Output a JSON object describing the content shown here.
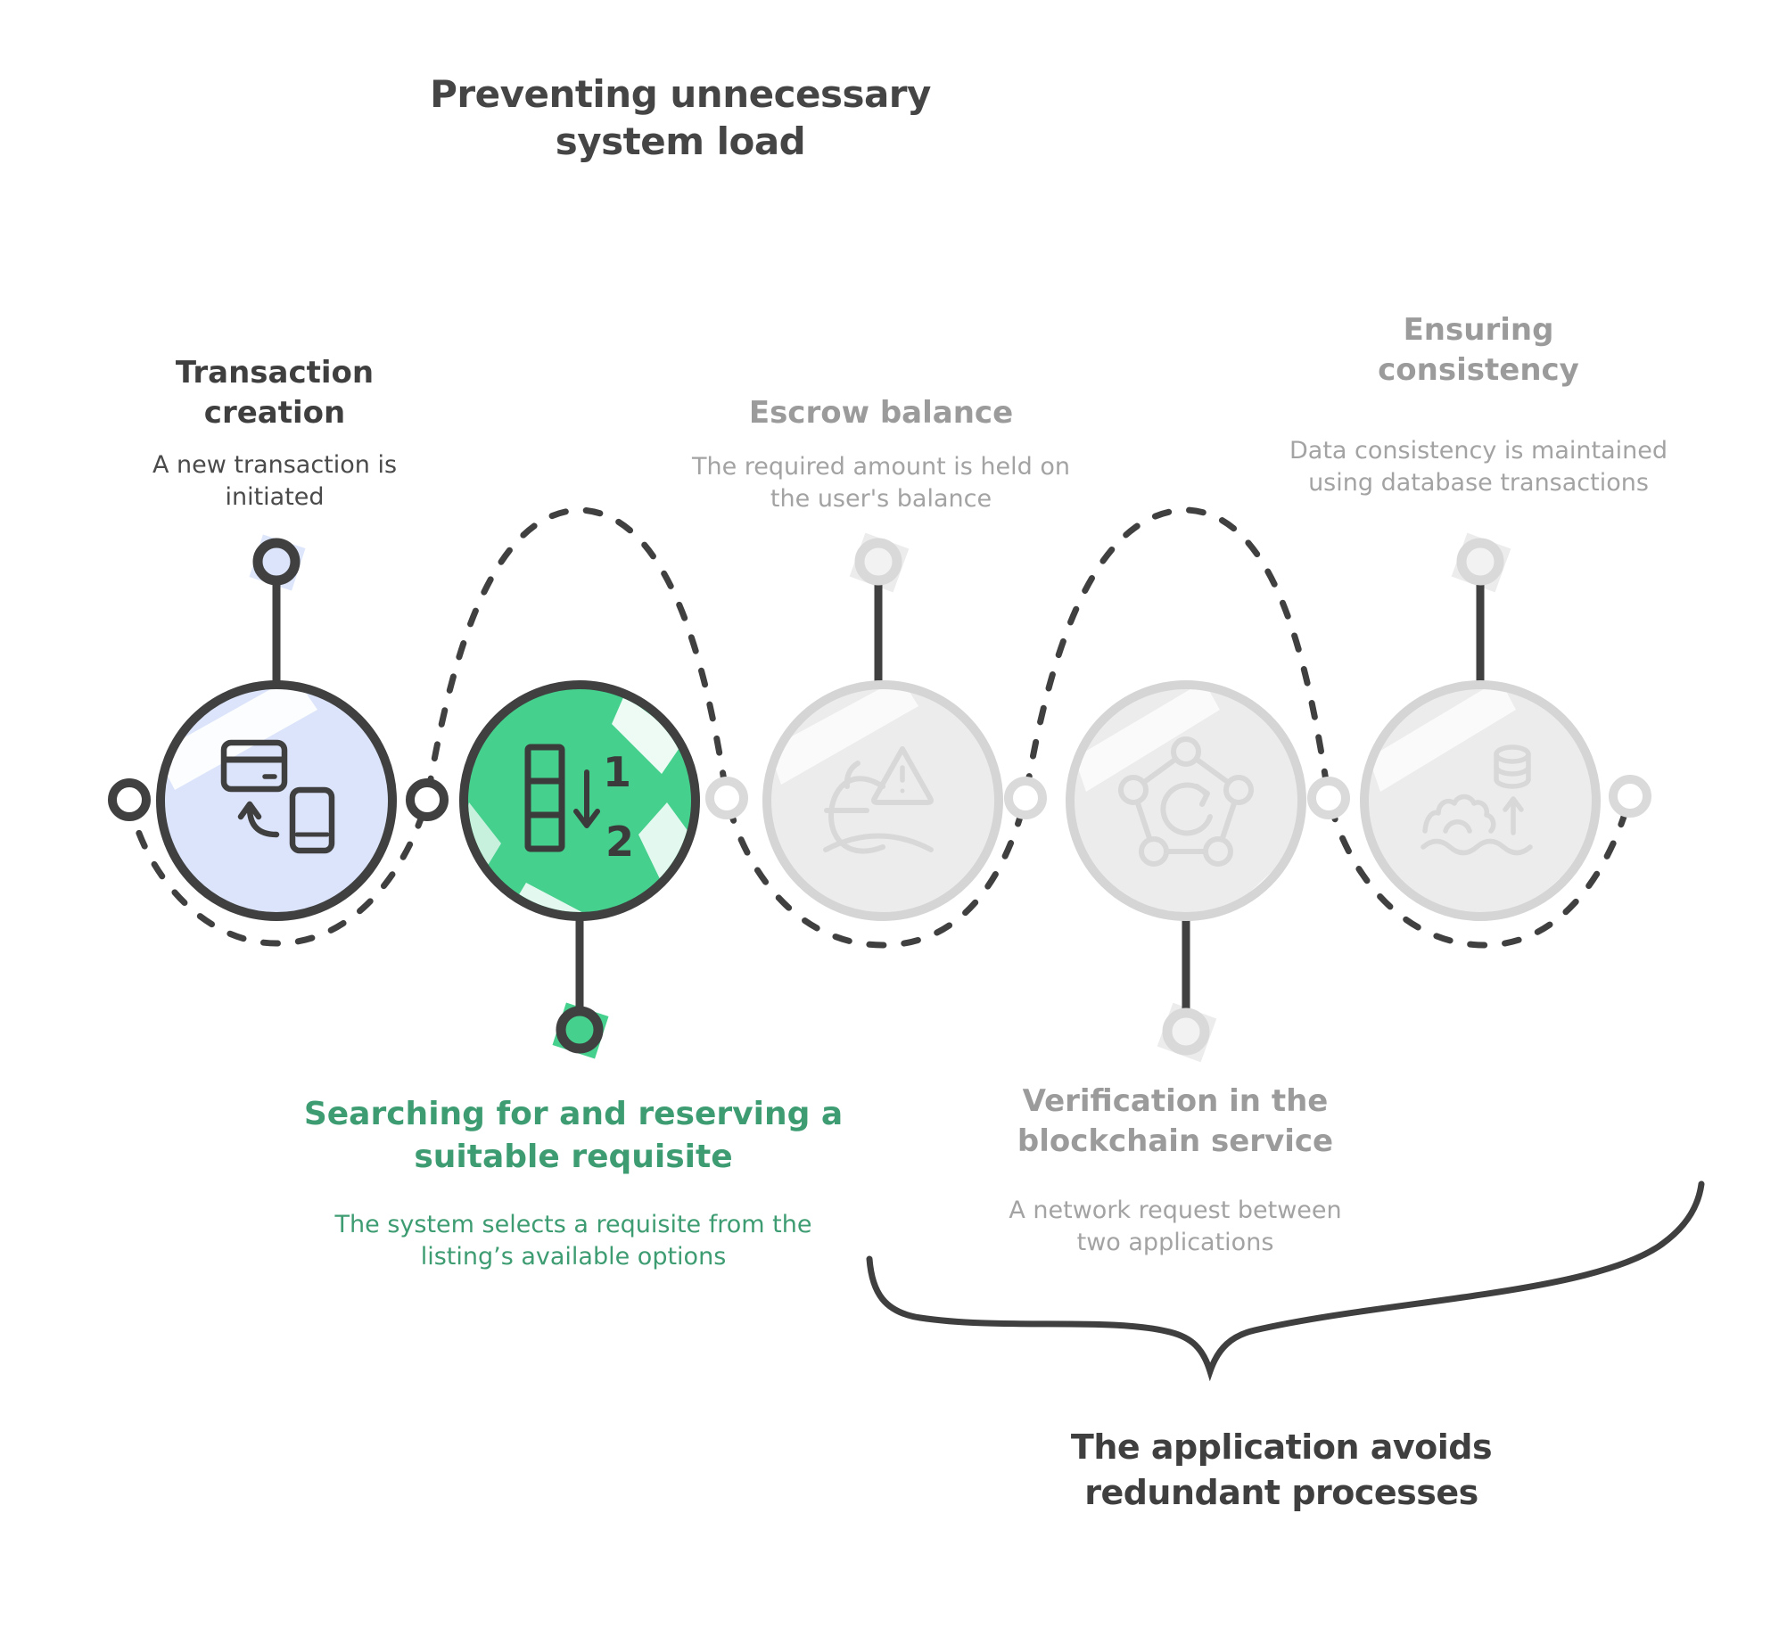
{
  "title": {
    "text": "Preventing unnecessary system load"
  },
  "steps": [
    {
      "heading": "Transaction creation",
      "description": "A new transaction is initiated",
      "state": "active",
      "icon": "card-to-phone-transfer-icon",
      "accent_fill": "#dbe4fa"
    },
    {
      "heading": "Searching for and reserving a suitable requisite",
      "description": "The system selects a requisite from the listing’s available options",
      "state": "highlighted",
      "icon": "sort-priority-icon",
      "icon_labels": [
        "1",
        "2"
      ],
      "accent_fill": "#45d08d",
      "text_color": "#3e9c72"
    },
    {
      "heading": "Escrow balance",
      "description": "The required amount is held on the user's balance",
      "state": "upcoming",
      "icon": "euro-warning-icon",
      "accent_fill": "#ececec"
    },
    {
      "heading": "Verification in the blockchain service",
      "description": "A network request between two applications",
      "state": "upcoming",
      "icon": "network-sync-icon",
      "accent_fill": "#ececec"
    },
    {
      "heading": "Ensuring consistency",
      "description": "Data consistency is maintained using database transactions",
      "state": "upcoming",
      "icon": "database-update-icon",
      "accent_fill": "#ececec"
    }
  ],
  "callout": {
    "text": "The application avoids redundant processes"
  },
  "colors": {
    "ink": "#404040",
    "muted_heading": "#9b9b9b",
    "muted_text": "#a3a3a3",
    "green_text": "#3e9c72",
    "green_fill": "#45d08d",
    "blue_fill": "#dbe4fa",
    "gray_fill": "#ececec",
    "gray_stroke": "#d5d5d5"
  }
}
